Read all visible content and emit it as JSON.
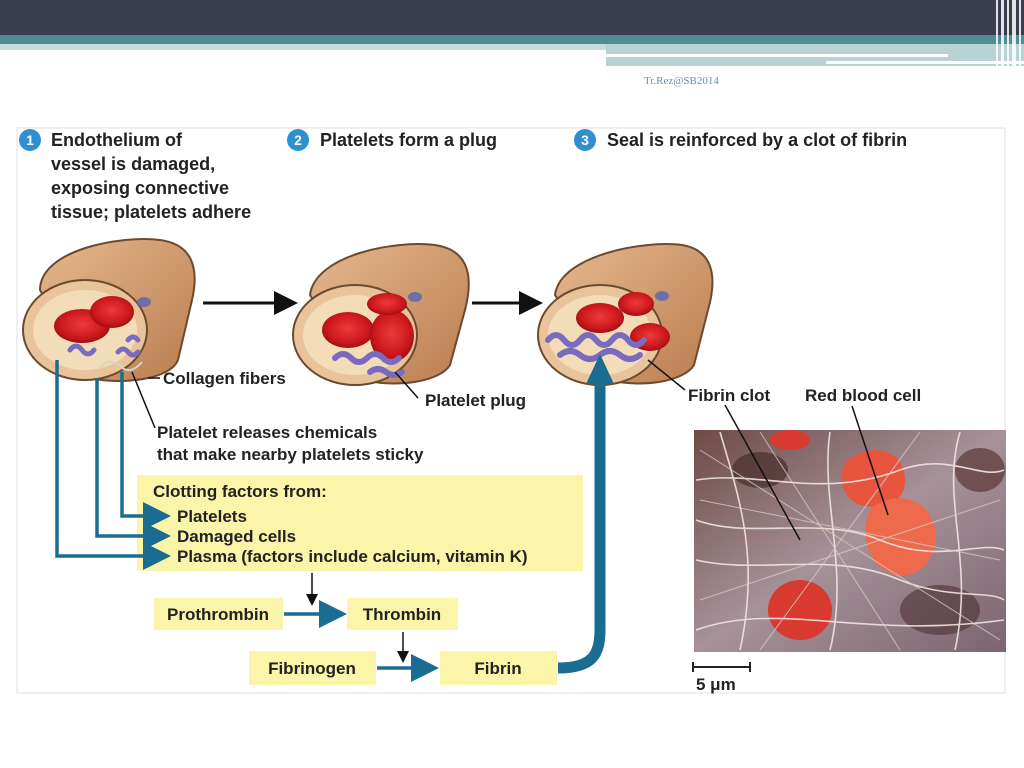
{
  "slide": {
    "credit": "Tr.Rez@SB2014"
  },
  "steps": [
    {
      "number": "1",
      "lines": [
        "Endothelium of",
        "vessel is damaged,",
        "exposing connective",
        "tissue; platelets adhere"
      ]
    },
    {
      "number": "2",
      "lines": [
        "Platelets form a plug"
      ]
    },
    {
      "number": "3",
      "lines": [
        "Seal is reinforced by a clot of fibrin"
      ]
    }
  ],
  "labels": {
    "collagen": "Collagen fibers",
    "platelet_plug": "Platelet plug",
    "platelet_release": [
      "Platelet releases chemicals",
      "that make nearby platelets sticky"
    ],
    "fibrin_clot": "Fibrin clot",
    "red_blood_cell": "Red blood cell",
    "scale": "5 μm"
  },
  "clotting": {
    "title": "Clotting factors from:",
    "items": [
      "Platelets",
      "Damaged cells",
      "Plasma (factors include calcium, vitamin K)"
    ]
  },
  "cascade": {
    "prothrombin": "Prothrombin",
    "thrombin": "Thrombin",
    "fibrinogen": "Fibrinogen",
    "fibrin": "Fibrin"
  },
  "colors": {
    "arrow_blue": "#1a6d91",
    "box_yellow": "#fbf5a9",
    "badge_blue": "#2f8fd0",
    "vessel_tan": "#d8a172",
    "red_cell": "#d21e24",
    "platelet": "#7a6bc0"
  }
}
